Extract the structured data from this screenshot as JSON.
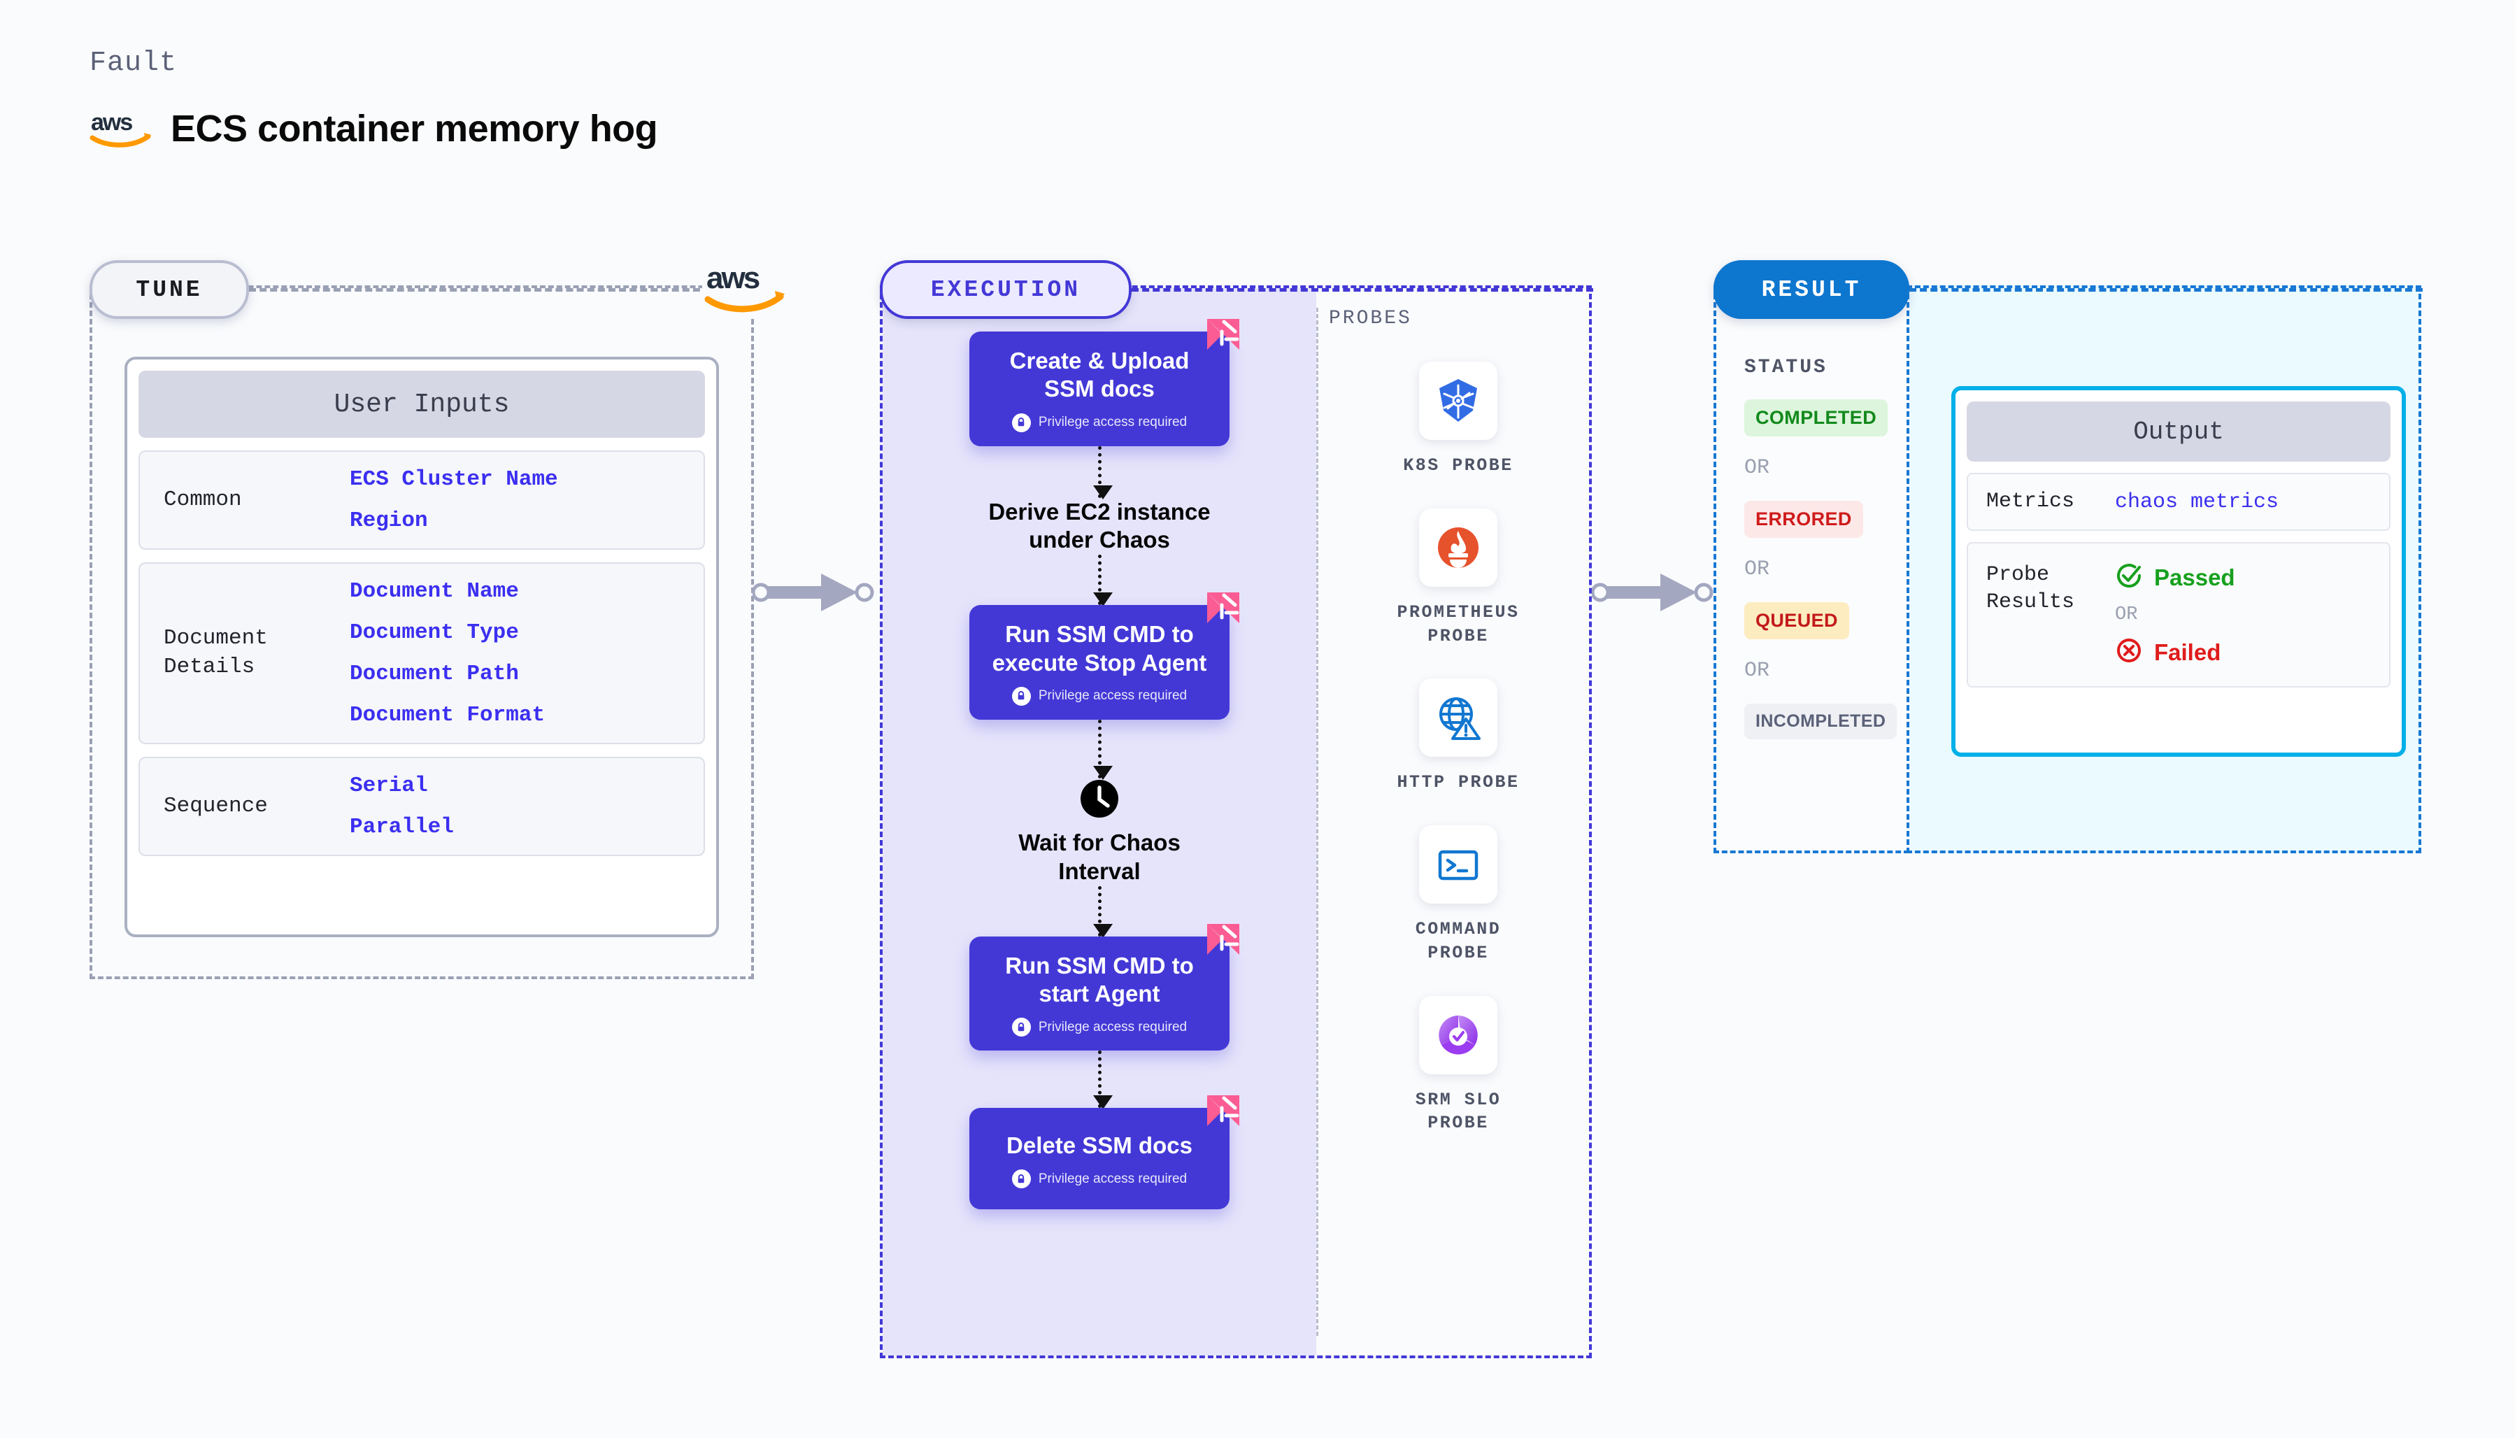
{
  "header": {
    "kicker": "Fault",
    "title": "ECS container memory hog",
    "logo_icon": "aws-logo"
  },
  "stages": {
    "tune": {
      "label": "TUNE",
      "border_color": "#b9bdd0",
      "bg": "#f3f4f8",
      "text_color": "#1b1c22"
    },
    "execution": {
      "label": "EXECUTION",
      "border_color": "#4338d6",
      "bg": "#eceaff",
      "text_color": "#4338d6"
    },
    "result": {
      "label": "RESULT",
      "border_color": "#0d76cf",
      "bg": "#0d76cf",
      "text_color": "#ffffff"
    }
  },
  "tune": {
    "watermark_icon": "aws-logo",
    "card_title": "User Inputs",
    "groups": [
      {
        "key": "Common",
        "values": [
          "ECS Cluster Name",
          "Region"
        ]
      },
      {
        "key": "Document\nDetails",
        "key_line1": "Document",
        "key_line2": "Details",
        "values": [
          "Document Name",
          "Document Type",
          "Document Path",
          "Document Format"
        ]
      },
      {
        "key": "Sequence",
        "values": [
          "Serial",
          "Parallel"
        ]
      }
    ]
  },
  "execution": {
    "steps": [
      {
        "type": "card",
        "title_line1": "Create & Upload",
        "title_line2": "SSM docs",
        "note": "Privilege access required",
        "badge_icon": "litmus-badge",
        "lock_icon": "lock-icon"
      },
      {
        "type": "plain",
        "title_line1": "Derive EC2 instance",
        "title_line2": "under Chaos"
      },
      {
        "type": "card",
        "title_line1": "Run SSM CMD to",
        "title_line2": "execute Stop Agent",
        "note": "Privilege access required",
        "badge_icon": "litmus-badge",
        "lock_icon": "lock-icon"
      },
      {
        "type": "clock",
        "icon": "clock-icon",
        "title_line1": "Wait for Chaos",
        "title_line2": "Interval"
      },
      {
        "type": "card",
        "title_line1": "Run SSM CMD to",
        "title_line2": "start Agent",
        "note": "Privilege access required",
        "badge_icon": "litmus-badge",
        "lock_icon": "lock-icon"
      },
      {
        "type": "card",
        "title_line1": "Delete SSM docs",
        "title_line2": "",
        "note": "Privilege access required",
        "badge_icon": "litmus-badge",
        "lock_icon": "lock-icon"
      }
    ]
  },
  "probes": {
    "label": "PROBES",
    "items": [
      {
        "name_line1": "K8S  PROBE",
        "name_line2": "",
        "icon": "kubernetes-icon",
        "color": "#326ce5"
      },
      {
        "name_line1": "PROMETHEUS",
        "name_line2": "PROBE",
        "icon": "prometheus-icon",
        "color": "#e6522c"
      },
      {
        "name_line1": "HTTP  PROBE",
        "name_line2": "",
        "icon": "http-globe-warning-icon",
        "color": "#1177d1"
      },
      {
        "name_line1": "COMMAND",
        "name_line2": "PROBE",
        "icon": "terminal-icon",
        "color": "#1177d1"
      },
      {
        "name_line1": "SRM  SLO",
        "name_line2": "PROBE",
        "icon": "srm-slo-icon",
        "color": "#9b4ee8"
      }
    ]
  },
  "result": {
    "status_label": "STATUS",
    "or_label": "OR",
    "statuses": [
      {
        "label": "COMPLETED",
        "bg": "#dcf5dc",
        "color": "#12891b"
      },
      {
        "label": "ERRORED",
        "bg": "#fde8e8",
        "color": "#cf1b1b"
      },
      {
        "label": "QUEUED",
        "bg": "#fdecc0",
        "color": "#c21a1a"
      },
      {
        "label": "INCOMPLETED",
        "bg": "#eef0f4",
        "color": "#5b6178"
      }
    ],
    "output": {
      "title": "Output",
      "metrics_key": "Metrics",
      "metrics_value": "chaos metrics",
      "probe_key_line1": "Probe",
      "probe_key_line2": "Results",
      "passed_label": "Passed",
      "passed_color": "#17a01e",
      "failed_label": "Failed",
      "failed_color": "#e01b1b",
      "or_label": "OR",
      "passed_icon": "check-circle-icon",
      "failed_icon": "x-circle-icon"
    }
  },
  "connectors": {
    "arrow_icon": "arrow-right",
    "color": "#a3a7c0"
  }
}
